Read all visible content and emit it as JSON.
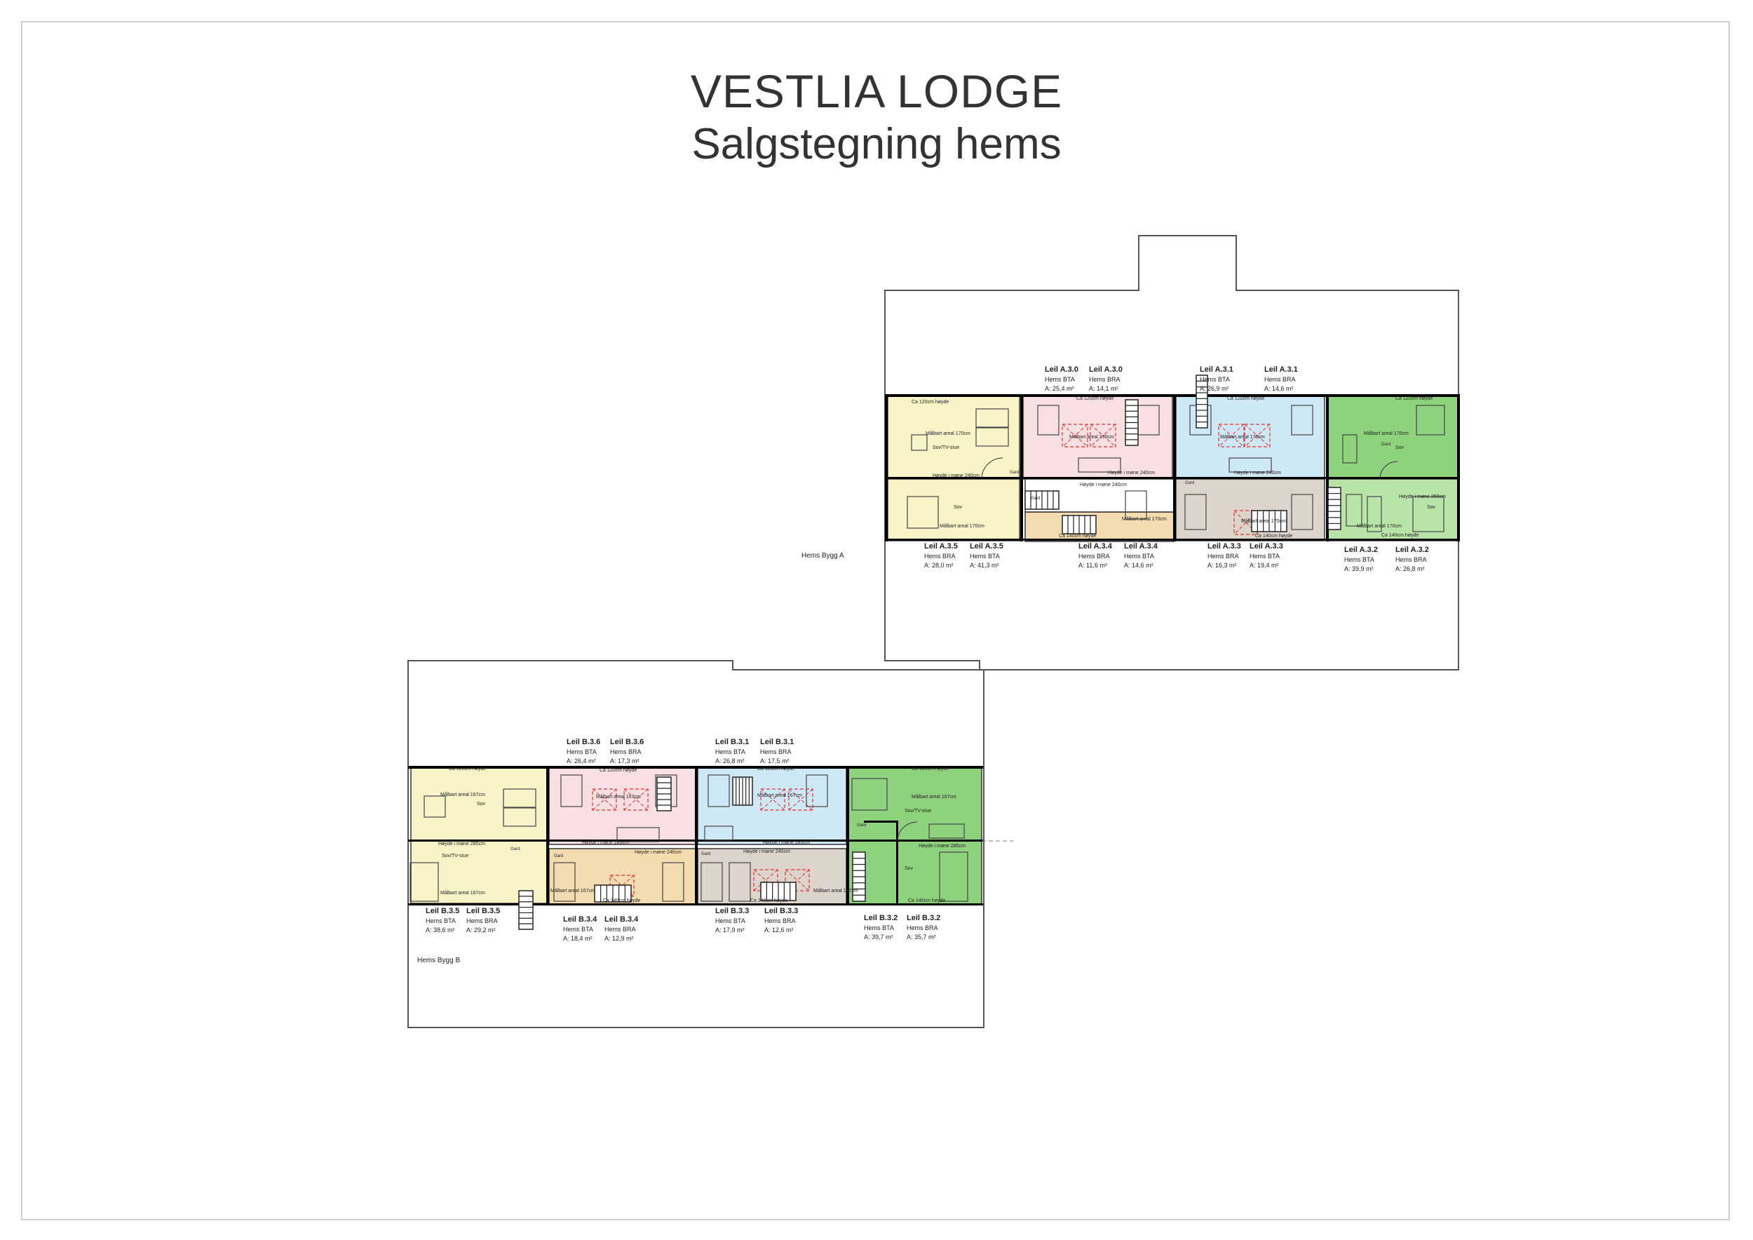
{
  "title": "VESTLIA LODGE",
  "subtitle": "Salgstegning hems",
  "colors": {
    "yellow": "#f8f4c8",
    "pink": "#f7dfe2",
    "blue": "#cfe8f6",
    "green": "#8fd27e",
    "green_light": "#b9e4a8",
    "tan": "#f3dcb0",
    "grey": "#ddd5cc",
    "wall": "#000000",
    "outline": "#555555"
  },
  "building_a": {
    "label": "Hems Bygg A",
    "units": [
      {
        "name": "Leil A.3.0",
        "lines": [
          "Hems BTA",
          "A: 25,4 m²"
        ]
      },
      {
        "name": "Leil A.3.0",
        "lines": [
          "Hems BRA",
          "A: 14,1 m²"
        ]
      },
      {
        "name": "Leil A.3.1",
        "lines": [
          "Hems BTA",
          "A: 26,9 m²"
        ]
      },
      {
        "name": "Leil A.3.1",
        "lines": [
          "Hems BRA",
          "A: 14,6 m²"
        ]
      },
      {
        "name": "Leil A.3.5",
        "lines": [
          "Hems BRA",
          "A: 28,0 m²"
        ]
      },
      {
        "name": "Leil A.3.5",
        "lines": [
          "Hems BTA",
          "A: 41,3 m²"
        ]
      },
      {
        "name": "Leil A.3.4",
        "lines": [
          "Hems BRA",
          "A: 11,6 m²"
        ]
      },
      {
        "name": "Leil A.3.4",
        "lines": [
          "Hems BTA",
          "A: 14,6 m²"
        ]
      },
      {
        "name": "Leil A.3.3",
        "lines": [
          "Hems BRA",
          "A: 16,3 m²"
        ]
      },
      {
        "name": "Leil A.3.3",
        "lines": [
          "Hems BTA",
          "A: 19,4 m²"
        ]
      },
      {
        "name": "Leil A.3.2",
        "lines": [
          "Hems BTA",
          "A: 39,9 m²"
        ]
      },
      {
        "name": "Leil A.3.2",
        "lines": [
          "Hems BRA",
          "A: 26,8 m²"
        ]
      }
    ],
    "room_texts": {
      "ca120": "Ca 120cm høyde",
      "ca140": "Ca 140cm høyde",
      "maalbart170": "Målbart areal 170cm",
      "sov": "Sov",
      "sovtv": "Sov/TV-stue",
      "hoyde240": "Høyde i mønе 240cm",
      "hoyde250": "Høyde i mønе 250cm",
      "gard": "Gard"
    }
  },
  "building_b": {
    "label": "Hems Bygg B",
    "units": [
      {
        "name": "Leil B.3.6",
        "lines": [
          "Hems BTA",
          "A: 26,4 m²"
        ]
      },
      {
        "name": "Leil B.3.6",
        "lines": [
          "Hems BRA",
          "A: 17,3 m²"
        ]
      },
      {
        "name": "Leil B.3.1",
        "lines": [
          "Hems BTA",
          "A: 26,8 m²"
        ]
      },
      {
        "name": "Leil B.3.1",
        "lines": [
          "Hems BRA",
          "A: 17,5 m²"
        ]
      },
      {
        "name": "Leil B.3.5",
        "lines": [
          "Hems BTA",
          "A: 38,6 m²"
        ]
      },
      {
        "name": "Leil B.3.5",
        "lines": [
          "Hems BRA",
          "A: 29,2 m²"
        ]
      },
      {
        "name": "Leil B.3.4",
        "lines": [
          "Hems BTA",
          "A: 18,4 m²"
        ]
      },
      {
        "name": "Leil B.3.4",
        "lines": [
          "Hems BRA",
          "A: 12,9 m²"
        ]
      },
      {
        "name": "Leil B.3.3",
        "lines": [
          "Hems BTA",
          "A: 17,9 m²"
        ]
      },
      {
        "name": "Leil B.3.3",
        "lines": [
          "Hems BRA",
          "A: 12,6 m²"
        ]
      },
      {
        "name": "Leil B.3.2",
        "lines": [
          "Hems BTA",
          "A: 39,7 m²"
        ]
      },
      {
        "name": "Leil B.3.2",
        "lines": [
          "Hems BRA",
          "A: 35,7 m²"
        ]
      }
    ],
    "room_texts": {
      "ca120": "Ca 120cm høyde",
      "ca140": "Ca 140cm høyde",
      "maalbart167": "Målbart areal 167cm",
      "sov": "Sov",
      "sovtv": "Sov/TV-stue",
      "hoyde285": "Høyde i mønе 285cm",
      "hoyde240": "Høyde i mønе 240cm",
      "gard": "Gard"
    }
  }
}
